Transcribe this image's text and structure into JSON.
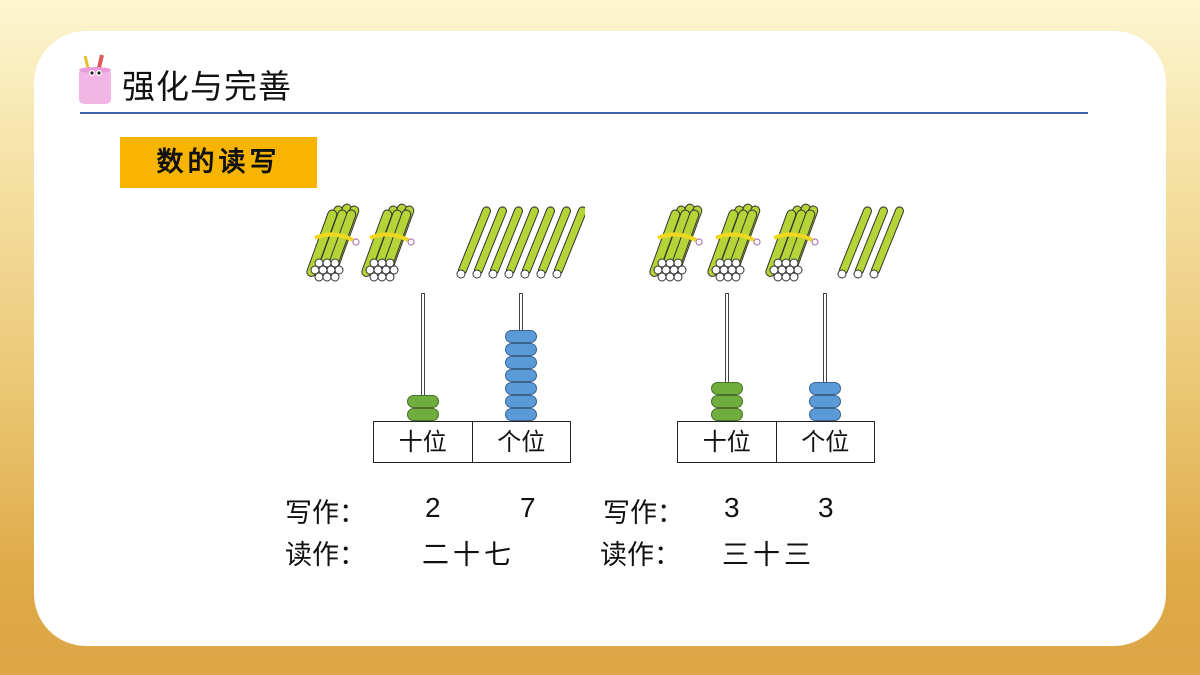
{
  "header": {
    "title": "强化与完善",
    "icon": "pencil-cup-mascot-icon"
  },
  "section": {
    "tag": "数的读写"
  },
  "colors": {
    "accent_bar": "#f7b400",
    "divider": "#3a62a7",
    "tens_bead": "#6fad3c",
    "ones_bead": "#5b9ad9",
    "stick": "#b5d437"
  },
  "examples": [
    {
      "bundles_of_ten": 2,
      "loose_sticks": 7,
      "abacus": {
        "tens_beads": 2,
        "ones_beads": 7,
        "tens_label": "十位",
        "ones_label": "个位"
      },
      "write_label": "写作：",
      "write_tens": "2",
      "write_ones": "7",
      "read_label": "读作：",
      "read_value": "二十七"
    },
    {
      "bundles_of_ten": 3,
      "loose_sticks": 3,
      "abacus": {
        "tens_beads": 3,
        "ones_beads": 3,
        "tens_label": "十位",
        "ones_label": "个位"
      },
      "write_label": "写作：",
      "write_tens": "3",
      "write_ones": "3",
      "read_label": "读作：",
      "read_value": "三十三"
    }
  ]
}
